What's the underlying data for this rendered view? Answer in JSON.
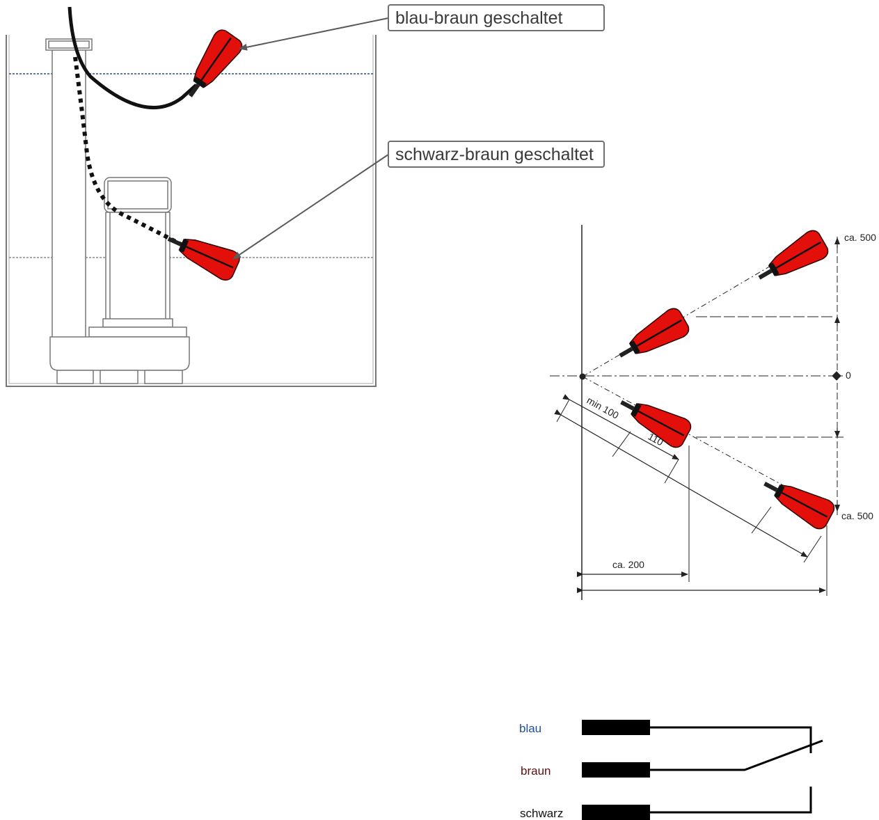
{
  "callouts": {
    "upper": "blau-braun geschaltet",
    "lower": "schwarz-braun geschaltet"
  },
  "dimensions": {
    "top": "ca. 500",
    "zero": "0",
    "bottom": "ca. 500",
    "min": "min 100",
    "length": "110",
    "horizontal": "ca. 200"
  },
  "wiring": {
    "blau": "blau",
    "braun": "braun",
    "schwarz": "schwarz"
  },
  "colors": {
    "float_red": "#e30f0a",
    "blau_label": "#1f4e9a",
    "braun_label": "#5a1010",
    "schwarz_label": "#111111",
    "callout_border": "#6e6e6e",
    "water_line": "#2a4f7a"
  }
}
